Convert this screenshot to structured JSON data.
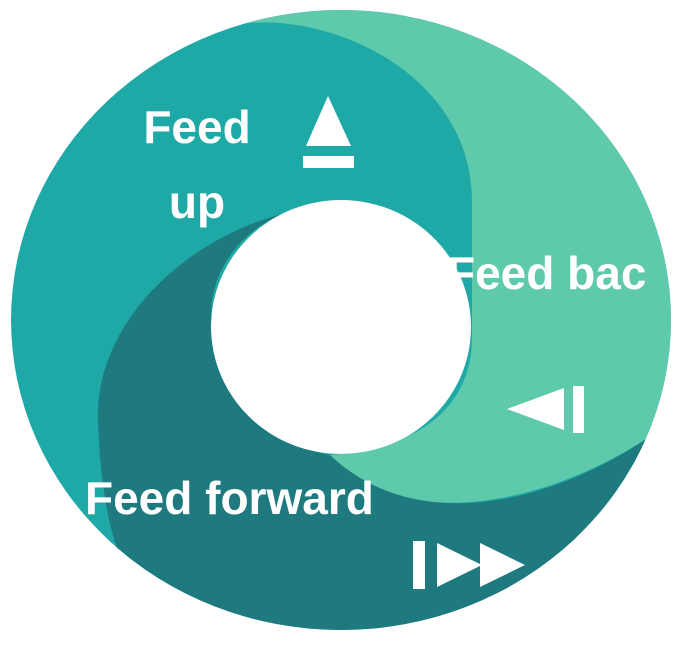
{
  "segments": {
    "feed_up": {
      "label_line1": "Feed",
      "label_line2": "up",
      "color": "#1ea9a6",
      "icon": "eject-icon"
    },
    "feed_back": {
      "label": "Feed bac",
      "color": "#5fc9ab",
      "icon": "step-back-icon"
    },
    "feed_forward": {
      "label": "Feed forward",
      "color": "#1f7a80",
      "icon": "skip-forward-icon"
    }
  },
  "center_color": "#ffffff",
  "text_color": "#ffffff"
}
